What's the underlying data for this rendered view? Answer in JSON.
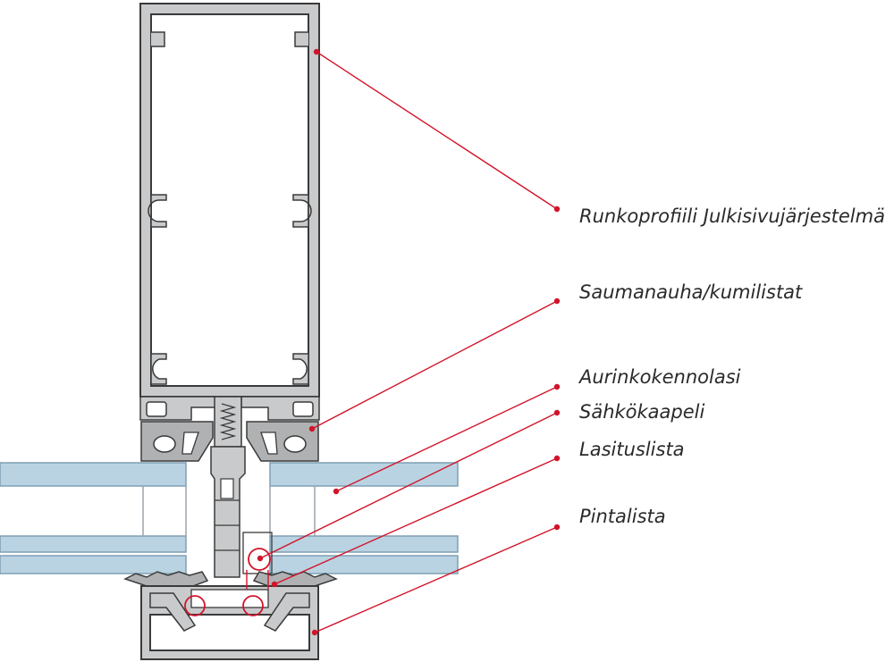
{
  "labels": {
    "frame_profile": "Runkoprofiili Julkisivujärjestelmä",
    "gasket": "Saumanauha/kumilistat",
    "solar_glass": "Aurinkokennolasi",
    "cable": "Sähkökaapeli",
    "glazing_strip": "Lasituslista",
    "cover_strip": "Pintalista"
  },
  "colors": {
    "profile_fill": "#c9cacc",
    "profile_stroke": "#3a3a3a",
    "glass_fill": "#b9d3e2",
    "glass_stroke": "#7f9fb4",
    "leader": "#d2142a",
    "label_text": "#2a2a2a"
  }
}
